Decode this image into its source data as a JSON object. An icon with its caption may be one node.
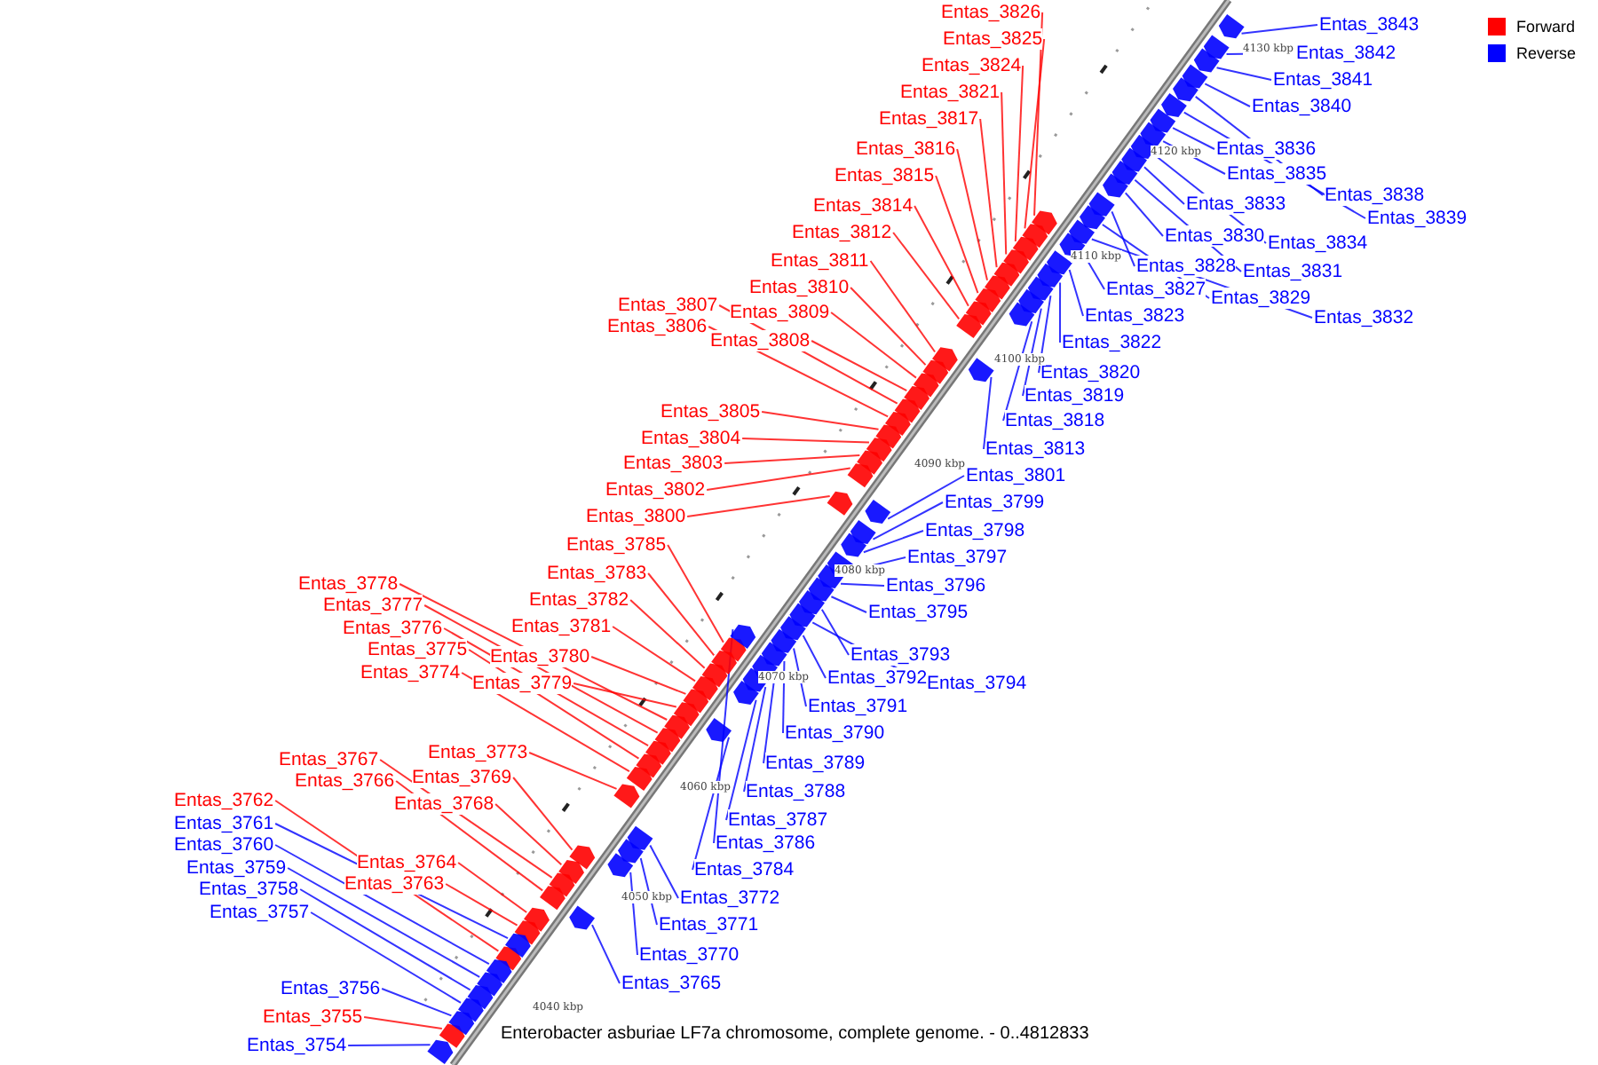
{
  "diagram": {
    "title": "Enterobacter asburiae LF7a chromosome, complete genome. - 0..4812833",
    "nodes": [
      {
        "text": [
          "Entas_3826"
        ]
      },
      {
        "text": [
          "Entas_3825"
        ]
      },
      {
        "text": [
          "Entas_3824"
        ]
      },
      {
        "text": [
          "Entas_3821"
        ]
      },
      {
        "text": [
          "Entas_3817"
        ]
      },
      {
        "text": [
          "Entas_3816"
        ]
      },
      {
        "text": [
          "Entas_3815"
        ]
      },
      {
        "text": [
          "Entas_3814"
        ]
      },
      {
        "text": [
          "Entas_3812"
        ]
      },
      {
        "text": [
          "Entas_3811"
        ]
      },
      {
        "text": [
          "Entas_3810"
        ]
      },
      {
        "text": [
          "Entas_3809"
        ]
      },
      {
        "text": [
          "Entas_3808"
        ]
      },
      {
        "text": [
          "Entas_3807"
        ]
      },
      {
        "text": [
          "Entas_3806"
        ]
      },
      {
        "text": [
          "Entas_3805"
        ]
      },
      {
        "text": [
          "Entas_3804"
        ]
      },
      {
        "text": [
          "Entas_3803"
        ]
      },
      {
        "text": [
          "Entas_3802"
        ]
      },
      {
        "text": [
          "Entas_3800"
        ]
      },
      {
        "text": [
          "Entas_3785"
        ]
      },
      {
        "text": [
          "Entas_3783"
        ]
      },
      {
        "text": [
          "Entas_3782"
        ]
      },
      {
        "text": [
          "Entas_3781"
        ]
      },
      {
        "text": [
          "Entas_3780"
        ]
      },
      {
        "text": [
          "Entas_3779"
        ]
      },
      {
        "text": [
          "Entas_3778"
        ]
      },
      {
        "text": [
          "Entas_3777"
        ]
      },
      {
        "text": [
          "Entas_3776"
        ]
      },
      {
        "text": [
          "Entas_3775"
        ]
      },
      {
        "text": [
          "Entas_3774"
        ]
      },
      {
        "text": [
          "Entas_3773"
        ]
      },
      {
        "text": [
          "Entas_3769"
        ]
      },
      {
        "text": [
          "Entas_3768"
        ]
      },
      {
        "text": [
          "Entas_3767"
        ]
      },
      {
        "text": [
          "Entas_3766"
        ]
      },
      {
        "text": [
          "Entas_3764"
        ]
      },
      {
        "text": [
          "Entas_3763"
        ]
      },
      {
        "text": [
          "Entas_3762"
        ]
      },
      {
        "text": [
          "Entas_3755"
        ]
      },
      {
        "text": [
          "Entas_3843"
        ]
      },
      {
        "text": [
          "Entas_3842"
        ]
      },
      {
        "text": [
          "Entas_3841"
        ]
      },
      {
        "text": [
          "Entas_3840"
        ]
      },
      {
        "text": [
          "Entas_3836"
        ]
      },
      {
        "text": [
          "Entas_3835"
        ]
      },
      {
        "text": [
          "Entas_3838"
        ]
      },
      {
        "text": [
          "Entas_3839"
        ]
      },
      {
        "text": [
          "Entas_3833"
        ]
      },
      {
        "text": [
          "Entas_3834"
        ]
      },
      {
        "text": [
          "Entas_3830"
        ]
      },
      {
        "text": [
          "Entas_3831"
        ]
      },
      {
        "text": [
          "Entas_3828"
        ]
      },
      {
        "text": [
          "Entas_3829"
        ]
      },
      {
        "text": [
          "Entas_3827"
        ]
      },
      {
        "text": [
          "Entas_3832"
        ]
      },
      {
        "text": [
          "Entas_3823"
        ]
      },
      {
        "text": [
          "Entas_3822"
        ]
      },
      {
        "text": [
          "Entas_3820"
        ]
      },
      {
        "text": [
          "Entas_3819"
        ]
      },
      {
        "text": [
          "Entas_3818"
        ]
      },
      {
        "text": [
          "Entas_3813"
        ]
      },
      {
        "text": [
          "Entas_3801"
        ]
      },
      {
        "text": [
          "Entas_3799"
        ]
      },
      {
        "text": [
          "Entas_3798"
        ]
      },
      {
        "text": [
          "Entas_3797"
        ]
      },
      {
        "text": [
          "Entas_3796"
        ]
      },
      {
        "text": [
          "Entas_3795"
        ]
      },
      {
        "text": [
          "Entas_3793"
        ]
      },
      {
        "text": [
          "Entas_3794"
        ]
      },
      {
        "text": [
          "Entas_3792"
        ]
      },
      {
        "text": [
          "Entas_3791"
        ]
      },
      {
        "text": [
          "Entas_3790"
        ]
      },
      {
        "text": [
          "Entas_3789"
        ]
      },
      {
        "text": [
          "Entas_3788"
        ]
      },
      {
        "text": [
          "Entas_3787"
        ]
      },
      {
        "text": [
          "Entas_3786"
        ]
      },
      {
        "text": [
          "Entas_3784"
        ]
      },
      {
        "text": [
          "Entas_3772"
        ]
      },
      {
        "text": [
          "Entas_3771"
        ]
      },
      {
        "text": [
          "Entas_3770"
        ]
      },
      {
        "text": [
          "Entas_3765"
        ]
      },
      {
        "text": [
          "Entas_3761"
        ]
      },
      {
        "text": [
          "Entas_3760"
        ]
      },
      {
        "text": [
          "Entas_3759"
        ]
      },
      {
        "text": [
          "Entas_3758"
        ]
      },
      {
        "text": [
          "Entas_3757"
        ]
      },
      {
        "text": [
          "Entas_3756"
        ]
      },
      {
        "text": [
          "Entas_3754"
        ]
      },
      {
        "text": [],
        "shape": "box"
      },
      {
        "text": [],
        "shape": "box"
      },
      {
        "text": [],
        "shape": "box"
      },
      {
        "text": [],
        "shape": "box"
      },
      {
        "text": [],
        "shape": "box"
      },
      {
        "text": [],
        "shape": "box"
      },
      {
        "text": [],
        "shape": "box"
      },
      {
        "text": [],
        "shape": "box"
      },
      {
        "text": [],
        "shape": "box"
      },
      {
        "text": [],
        "shape": "box"
      },
      {
        "text": [],
        "shape": "box"
      },
      {
        "text": [],
        "shape": "box"
      },
      {
        "text": [],
        "shape": "box"
      },
      {
        "text": [],
        "shape": "box"
      },
      {
        "text": [],
        "shape": "box"
      },
      {
        "text": [],
        "shape": "box"
      },
      {
        "text": [],
        "shape": "box"
      },
      {
        "text": [],
        "shape": "box"
      },
      {
        "text": [],
        "shape": "box"
      },
      {
        "text": [],
        "shape": "box"
      },
      {
        "text": [],
        "shape": "box"
      },
      {
        "text": [],
        "shape": "box"
      },
      {
        "text": [],
        "shape": "box"
      },
      {
        "text": [],
        "shape": "box"
      },
      {
        "text": [],
        "shape": "box"
      },
      {
        "text": [],
        "shape": "box"
      },
      {
        "text": [],
        "shape": "box"
      },
      {
        "text": [],
        "shape": "box"
      },
      {
        "text": [],
        "shape": "box"
      },
      {
        "text": [],
        "shape": "box"
      },
      {
        "text": [],
        "shape": "box"
      },
      {
        "text": [],
        "shape": "box"
      },
      {
        "text": [],
        "shape": "box"
      },
      {
        "text": [],
        "shape": "box"
      },
      {
        "text": [],
        "shape": "box"
      },
      {
        "text": [],
        "shape": "box"
      },
      {
        "text": [],
        "shape": "box"
      },
      {
        "text": [],
        "shape": "box"
      },
      {
        "text": [],
        "shape": "box"
      },
      {
        "text": [],
        "shape": "box"
      },
      {
        "text": [],
        "shape": "box"
      },
      {
        "text": [],
        "shape": "box"
      },
      {
        "text": [],
        "shape": "box"
      },
      {
        "text": [],
        "shape": "box"
      },
      {
        "text": [],
        "shape": "box"
      },
      {
        "text": [],
        "shape": "box"
      },
      {
        "text": [],
        "shape": "box"
      },
      {
        "text": [],
        "shape": "box"
      },
      {
        "text": [],
        "shape": "box"
      },
      {
        "text": [],
        "shape": "box"
      },
      {
        "text": [],
        "shape": "box"
      },
      {
        "text": [],
        "shape": "box"
      },
      {
        "text": [],
        "shape": "box"
      },
      {
        "text": [],
        "shape": "box"
      },
      {
        "text": [],
        "shape": "box"
      },
      {
        "text": [],
        "shape": "box"
      },
      {
        "text": [],
        "shape": "box"
      },
      {
        "text": [],
        "shape": "box"
      },
      {
        "text": [],
        "shape": "box"
      },
      {
        "text": [],
        "shape": "box"
      },
      {
        "text": [],
        "shape": "box"
      },
      {
        "text": [],
        "shape": "box"
      },
      {
        "text": [],
        "shape": "box"
      },
      {
        "text": [],
        "shape": "box"
      },
      {
        "text": [],
        "shape": "box"
      },
      {
        "text": [],
        "shape": "box"
      },
      {
        "text": [],
        "shape": "box"
      },
      {
        "text": [],
        "shape": "box"
      },
      {
        "text": [],
        "shape": "box"
      },
      {
        "text": [],
        "shape": "box"
      },
      {
        "text": [],
        "shape": "box"
      },
      {
        "text": [],
        "shape": "box"
      },
      {
        "text": [],
        "shape": "box"
      },
      {
        "text": [],
        "shape": "box"
      },
      {
        "text": [],
        "shape": "box"
      },
      {
        "text": [],
        "shape": "box"
      },
      {
        "text": [],
        "shape": "box"
      },
      {
        "text": [],
        "shape": "box"
      },
      {
        "text": [],
        "shape": "box"
      },
      {
        "text": [],
        "shape": "box"
      },
      {
        "text": [],
        "shape": "box"
      },
      {
        "text": [],
        "shape": "box"
      },
      {
        "text": [],
        "shape": "box"
      },
      {
        "text": [],
        "shape": "box"
      },
      {
        "text": [],
        "shape": "box"
      },
      {
        "text": [],
        "shape": "box"
      },
      {
        "text": [],
        "shape": "box"
      },
      {
        "text": [],
        "shape": "box"
      },
      {
        "text": [],
        "shape": "box"
      }
    ],
    "edges": [
      {
        "from": 0,
        "to": 89,
        "arrow": "none",
        "color": "#ff0000"
      },
      {
        "from": 1,
        "to": 90,
        "arrow": "none",
        "color": "#ff0000"
      },
      {
        "from": 2,
        "to": 91,
        "arrow": "none",
        "color": "#ff0000"
      },
      {
        "from": 3,
        "to": 92,
        "arrow": "none",
        "color": "#ff0000"
      },
      {
        "from": 4,
        "to": 93,
        "arrow": "none",
        "color": "#ff0000"
      },
      {
        "from": 5,
        "to": 94,
        "arrow": "none",
        "color": "#ff0000"
      },
      {
        "from": 6,
        "to": 95,
        "arrow": "none",
        "color": "#ff0000"
      },
      {
        "from": 7,
        "to": 96,
        "arrow": "none",
        "color": "#ff0000"
      },
      {
        "from": 8,
        "to": 97,
        "arrow": "none",
        "color": "#ff0000"
      },
      {
        "from": 9,
        "to": 98,
        "arrow": "none",
        "color": "#ff0000"
      },
      {
        "from": 10,
        "to": 99,
        "arrow": "none",
        "color": "#ff0000"
      },
      {
        "from": 11,
        "to": 100,
        "arrow": "none",
        "color": "#ff0000"
      },
      {
        "from": 12,
        "to": 101,
        "arrow": "none",
        "color": "#ff0000"
      },
      {
        "from": 13,
        "to": 102,
        "arrow": "none",
        "color": "#ff0000"
      },
      {
        "from": 14,
        "to": 103,
        "arrow": "none",
        "color": "#ff0000"
      },
      {
        "from": 15,
        "to": 104,
        "arrow": "none",
        "color": "#ff0000"
      },
      {
        "from": 16,
        "to": 105,
        "arrow": "none",
        "color": "#ff0000"
      },
      {
        "from": 17,
        "to": 106,
        "arrow": "none",
        "color": "#ff0000"
      },
      {
        "from": 18,
        "to": 107,
        "arrow": "none",
        "color": "#ff0000"
      },
      {
        "from": 19,
        "to": 108,
        "arrow": "none",
        "color": "#ff0000"
      },
      {
        "from": 20,
        "to": 109,
        "arrow": "none",
        "color": "#ff0000"
      },
      {
        "from": 21,
        "to": 110,
        "arrow": "none",
        "color": "#ff0000"
      },
      {
        "from": 22,
        "to": 111,
        "arrow": "none",
        "color": "#ff0000"
      },
      {
        "from": 23,
        "to": 112,
        "arrow": "none",
        "color": "#ff0000"
      },
      {
        "from": 24,
        "to": 113,
        "arrow": "none",
        "color": "#ff0000"
      },
      {
        "from": 25,
        "to": 114,
        "arrow": "none",
        "color": "#ff0000"
      },
      {
        "from": 26,
        "to": 115,
        "arrow": "none",
        "color": "#ff0000"
      },
      {
        "from": 27,
        "to": 116,
        "arrow": "none",
        "color": "#ff0000"
      },
      {
        "from": 28,
        "to": 117,
        "arrow": "none",
        "color": "#ff0000"
      },
      {
        "from": 29,
        "to": 118,
        "arrow": "none",
        "color": "#ff0000"
      },
      {
        "from": 30,
        "to": 119,
        "arrow": "none",
        "color": "#ff0000"
      },
      {
        "from": 31,
        "to": 120,
        "arrow": "none",
        "color": "#ff0000"
      },
      {
        "from": 32,
        "to": 121,
        "arrow": "none",
        "color": "#ff0000"
      },
      {
        "from": 33,
        "to": 122,
        "arrow": "none",
        "color": "#ff0000"
      },
      {
        "from": 34,
        "to": 123,
        "arrow": "none",
        "color": "#ff0000"
      },
      {
        "from": 35,
        "to": 124,
        "arrow": "none",
        "color": "#ff0000"
      },
      {
        "from": 36,
        "to": 125,
        "arrow": "none",
        "color": "#ff0000"
      },
      {
        "from": 37,
        "to": 126,
        "arrow": "none",
        "color": "#ff0000"
      },
      {
        "from": 38,
        "to": 127,
        "arrow": "none",
        "color": "#ff0000"
      },
      {
        "from": 39,
        "to": 128,
        "arrow": "none",
        "color": "#ff0000"
      },
      {
        "from": 40,
        "to": 129,
        "arrow": "none"
      },
      {
        "from": 41,
        "to": 130,
        "arrow": "none"
      },
      {
        "from": 42,
        "to": 131,
        "arrow": "none"
      },
      {
        "from": 43,
        "to": 132,
        "arrow": "none"
      },
      {
        "from": 44,
        "to": 133,
        "arrow": "none"
      },
      {
        "from": 45,
        "to": 134,
        "arrow": "none"
      },
      {
        "from": 46,
        "to": 135,
        "arrow": "none"
      },
      {
        "from": 47,
        "to": 136,
        "arrow": "none"
      },
      {
        "from": 48,
        "to": 137,
        "arrow": "none"
      },
      {
        "from": 49,
        "to": 138,
        "arrow": "none"
      },
      {
        "from": 50,
        "to": 139,
        "arrow": "none"
      },
      {
        "from": 51,
        "to": 140,
        "arrow": "none"
      },
      {
        "from": 52,
        "to": 141,
        "arrow": "none"
      },
      {
        "from": 53,
        "to": 142,
        "arrow": "none"
      },
      {
        "from": 54,
        "to": 143,
        "arrow": "none"
      },
      {
        "from": 55,
        "to": 144,
        "arrow": "none"
      },
      {
        "from": 56,
        "to": 145,
        "arrow": "none"
      },
      {
        "from": 57,
        "to": 146,
        "arrow": "none"
      },
      {
        "from": 58,
        "to": 147,
        "arrow": "none"
      },
      {
        "from": 59,
        "to": 148,
        "arrow": "none"
      },
      {
        "from": 60,
        "to": 149,
        "arrow": "none"
      },
      {
        "from": 61,
        "to": 150,
        "arrow": "none"
      },
      {
        "from": 62,
        "to": 151,
        "arrow": "none"
      },
      {
        "from": 63,
        "to": 152,
        "arrow": "none"
      },
      {
        "from": 64,
        "to": 153,
        "arrow": "none"
      },
      {
        "from": 65,
        "to": 154,
        "arrow": "none"
      },
      {
        "from": 66,
        "to": 155,
        "arrow": "none"
      },
      {
        "from": 67,
        "to": 156,
        "arrow": "none"
      },
      {
        "from": 68,
        "to": 157,
        "arrow": "none"
      },
      {
        "from": 69,
        "to": 158,
        "arrow": "none"
      },
      {
        "from": 70,
        "to": 159,
        "arrow": "none"
      },
      {
        "from": 71,
        "to": 160,
        "arrow": "none"
      },
      {
        "from": 72,
        "to": 161,
        "arrow": "none"
      },
      {
        "from": 73,
        "to": 162,
        "arrow": "none"
      },
      {
        "from": 74,
        "to": 163,
        "arrow": "none"
      },
      {
        "from": 75,
        "to": 164,
        "arrow": "none"
      },
      {
        "from": 76,
        "to": 165,
        "arrow": "none"
      },
      {
        "from": 77,
        "to": 166,
        "arrow": "none"
      },
      {
        "from": 78,
        "to": 167,
        "arrow": "none"
      },
      {
        "from": 79,
        "to": 168,
        "arrow": "none"
      },
      {
        "from": 80,
        "to": 169,
        "arrow": "none"
      },
      {
        "from": 81,
        "to": 170,
        "arrow": "none"
      },
      {
        "from": 82,
        "to": 171,
        "arrow": "none"
      },
      {
        "from": 83,
        "to": 172,
        "arrow": "none"
      },
      {
        "from": 84,
        "to": 173,
        "arrow": "none"
      },
      {
        "from": 85,
        "to": 174,
        "arrow": "none"
      },
      {
        "from": 86,
        "to": 175,
        "arrow": "none"
      },
      {
        "from": 87,
        "to": 176,
        "arrow": "none"
      },
      {
        "from": 88,
        "to": 177,
        "arrow": "none"
      }
    ],
    "labels": [
      "4130 kbp",
      "4120 kbp",
      "4110 kbp",
      "4100 kbp",
      "4090 kbp",
      "4080 kbp",
      "4070 kbp",
      "4060 kbp",
      "4050 kbp",
      "4040 kbp"
    ],
    "legend": [
      {
        "text": "Forward",
        "color": "#ff0000"
      },
      {
        "text": "Reverse",
        "color": "#0000ff"
      }
    ]
  }
}
